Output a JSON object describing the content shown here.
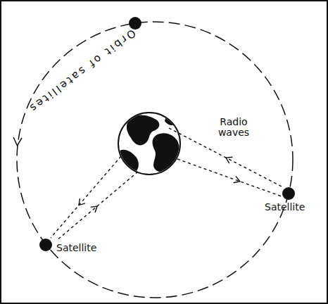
{
  "diagram": {
    "nodes": [
      {
        "text": [
          "Satellite"
        ]
      },
      {
        "text": [
          "Satellite"
        ]
      }
    ],
    "labels": [
      "Orbit of satellites",
      "Radio waves"
    ]
  }
}
